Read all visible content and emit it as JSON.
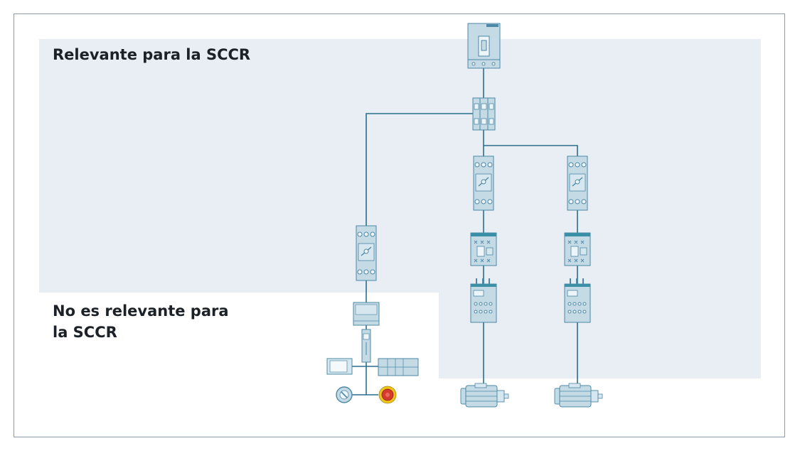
{
  "regions": {
    "relevant_label": "Relevante para la SCCR",
    "not_relevant_label_line1": "No es relevante para",
    "not_relevant_label_line2": "la SCCR"
  },
  "colors": {
    "relevant_area": "#e8eef3",
    "frame": "#8a9aa8",
    "wire": "#2a6f8e",
    "component_fill": "#c4dae5",
    "component_stroke": "#4d88a6",
    "teal_band": "#3b8fa6",
    "estop_red": "#d63a2d",
    "estop_yellow": "#f0c419"
  },
  "components": [
    {
      "id": "main-breaker",
      "type": "molded-case circuit breaker",
      "count": 1
    },
    {
      "id": "distribution-block",
      "type": "power distribution block",
      "count": 1
    },
    {
      "id": "motor-starter-protector",
      "type": "motor starter protector",
      "count": 3
    },
    {
      "id": "contactor",
      "type": "contactor",
      "count": 2
    },
    {
      "id": "overload-relay",
      "type": "overload relay",
      "count": 2
    },
    {
      "id": "motor",
      "type": "motor",
      "count": 2
    },
    {
      "id": "power-supply",
      "type": "power supply",
      "count": 1
    },
    {
      "id": "control-device",
      "type": "control terminal",
      "count": 1
    },
    {
      "id": "hmi-panel",
      "type": "operator panel",
      "count": 1
    },
    {
      "id": "plc",
      "type": "controller",
      "count": 1
    },
    {
      "id": "rotary-selector",
      "type": "selector switch",
      "count": 1
    },
    {
      "id": "emergency-stop",
      "type": "emergency stop button",
      "count": 1
    }
  ]
}
